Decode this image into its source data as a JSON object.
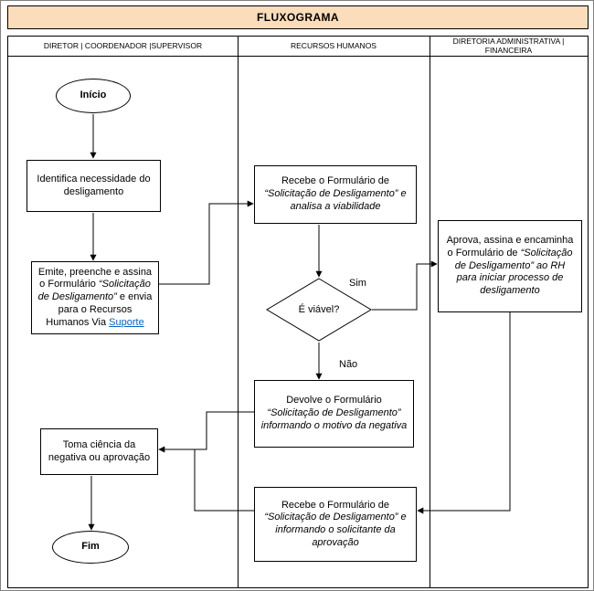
{
  "title": "FLUXOGRAMA",
  "lanes": [
    {
      "label": "DIRETOR | COORDENADOR |SUPERVISOR"
    },
    {
      "label": "RECURSOS HUMANOS"
    },
    {
      "label": "DIRETORIA ADMINISTRATIVA | FINANCEIRA"
    }
  ],
  "nodes": {
    "inicio": "Início",
    "identifica": "Identifica necessidade do desligamento",
    "emite": {
      "p1": "Emite, preenche e assina o Formulário ",
      "p2": "“Solicitação de Desligamento”",
      "p3": " e envia para o Recursos Humanos Via ",
      "link": "Suporte"
    },
    "recebe1": {
      "p1": "Recebe o Formulário de ",
      "p2": "“Solicitação de Desligamento” e analisa a viabilidade"
    },
    "decisao": "É viável?",
    "sim": "Sim",
    "nao": "Não",
    "devolve": {
      "p1": "Devolve o Formulário ",
      "p2": "“Solicitação de Desligamento” informando o motivo da negativa"
    },
    "aprova": {
      "p1": "Aprova, assina e encaminha o Formulário de ",
      "p2": "“Solicitação de Desligamento” ao RH para iniciar processo de desligamento"
    },
    "toma": "Toma ciência da negativa ou aprovação",
    "recebe2": {
      "p1": "Recebe o Formulário de ",
      "p2": "“Solicitação de Desligamento” e informando o solicitante da aprovação"
    },
    "fim": "Fim"
  },
  "colors": {
    "title_bg": "#FBDCBB",
    "link": "#0563C1"
  }
}
